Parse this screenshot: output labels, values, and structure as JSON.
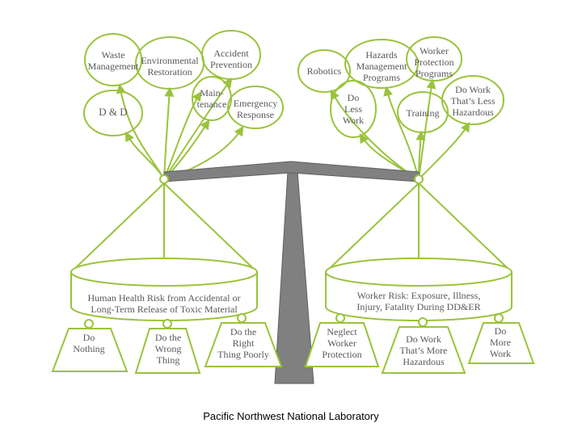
{
  "colors": {
    "outline": "#9ac33c",
    "beam": "#7f7f7f",
    "beam_edge": "#5f5f5f",
    "text": "#595959"
  },
  "left_drivers": {
    "waste_management": "Waste\nManagement",
    "environmental_restoration": "Environmental\nRestoration",
    "accident_prevention": "Accident\nPrevention",
    "dd": "D & D",
    "maintenance": "Main-\ntenance",
    "emergency_response": "Emergency\nResponse"
  },
  "right_drivers": {
    "robotics": "Robotics",
    "hazards_management": "Hazards\nManagement\nPrograms",
    "worker_protection": "Worker\nProtection\nPrograms",
    "do_less_work": "Do\nLess\nWork",
    "training": "Training",
    "do_work_less_hazardous": "Do Work\nThat’s Less\nHazardous"
  },
  "left_pan": {
    "label": "Human Health Risk from Accidental or\nLong-Term Release of Toxic Material",
    "weights": [
      "Do\nNothing",
      "Do the\nWrong\nThing",
      "Do the\nRight\nThing Poorly"
    ]
  },
  "right_pan": {
    "label": "Worker Risk: Exposure, Illness,\nInjury, Fatality During DD&ER",
    "weights": [
      "Neglect\nWorker\nProtection",
      "Do Work\nThat’s More\nHazardous",
      "Do\nMore\nWork"
    ]
  },
  "footer": "Pacific Northwest National Laboratory"
}
